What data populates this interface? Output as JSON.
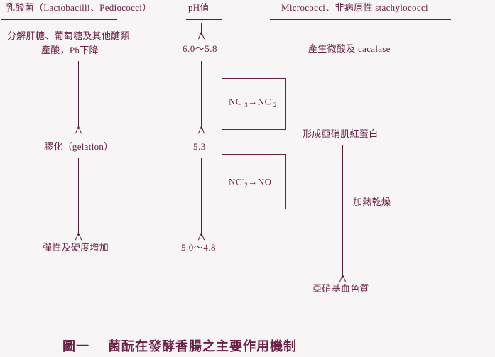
{
  "figure": {
    "columns": [
      {
        "id": "lactic-acid-bacteria",
        "header": "乳酸菌（Lactobacilli、Pediococci）",
        "steps": [
          "分解肝糖、葡萄糖及其他醣類",
          "產酸，Ph下降",
          "膠化（gelation）",
          "彈性及硬度增加"
        ]
      },
      {
        "id": "ph-value",
        "header": "pH值",
        "steps": [
          "6.0～5.8",
          "5.3",
          "5.0～4.8"
        ]
      },
      {
        "id": "micrococci",
        "header": "Micrococci、非病原性 stachylococci",
        "steps": [
          "產生微酸及 cacalase",
          "形成亞硝肌紅蛋白",
          "加熱乾燥",
          "亞硝基血色質"
        ]
      }
    ],
    "reaction_boxes": [
      {
        "id": "nitrate-to-nitrite",
        "left": "NC",
        "left_sup": "-",
        "left_sub": "3",
        "arrow": "→",
        "right": "NC",
        "right_sup": "-",
        "right_sub": "2"
      },
      {
        "id": "nitrite-to-nitric-oxide",
        "left": "NC",
        "left_sup": "-",
        "left_sub": "2",
        "arrow": "→",
        "right": "NO",
        "right_sup": "",
        "right_sub": ""
      }
    ],
    "caption": {
      "label": "圖一",
      "text": "菌酛在發酵香腸之主要作用機制"
    },
    "colors": {
      "text": "#6b2146",
      "line": "#5c1b3c",
      "background": "#f7f5f5"
    }
  }
}
